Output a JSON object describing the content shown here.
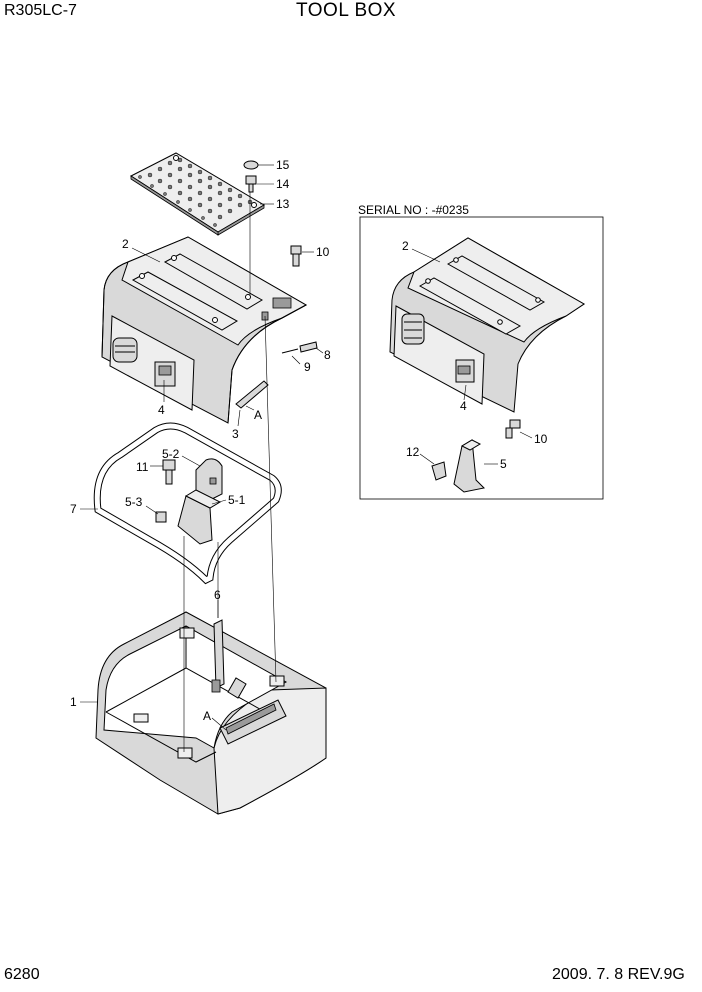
{
  "header": {
    "model": "R305LC-7",
    "title": "TOOL BOX"
  },
  "footer": {
    "page_number": "6280",
    "revision": "2009. 7. 8  REV.9G"
  },
  "inset": {
    "serial_label": "SERIAL NO : -#0235"
  },
  "callouts": {
    "c15": "15",
    "c14": "14",
    "c13": "13",
    "c2": "2",
    "c10": "10",
    "c8": "8",
    "c9": "9",
    "c4": "4",
    "c3": "3",
    "cA_top": "A",
    "c5_2": "5-2",
    "c11": "11",
    "c7": "7",
    "c5_3": "5-3",
    "c5_1": "5-1",
    "c6": "6",
    "c1": "1",
    "cA_bottom": "A",
    "inset_c2": "2",
    "inset_c4": "4",
    "inset_c10": "10",
    "inset_c12": "12",
    "inset_c5": "5"
  }
}
